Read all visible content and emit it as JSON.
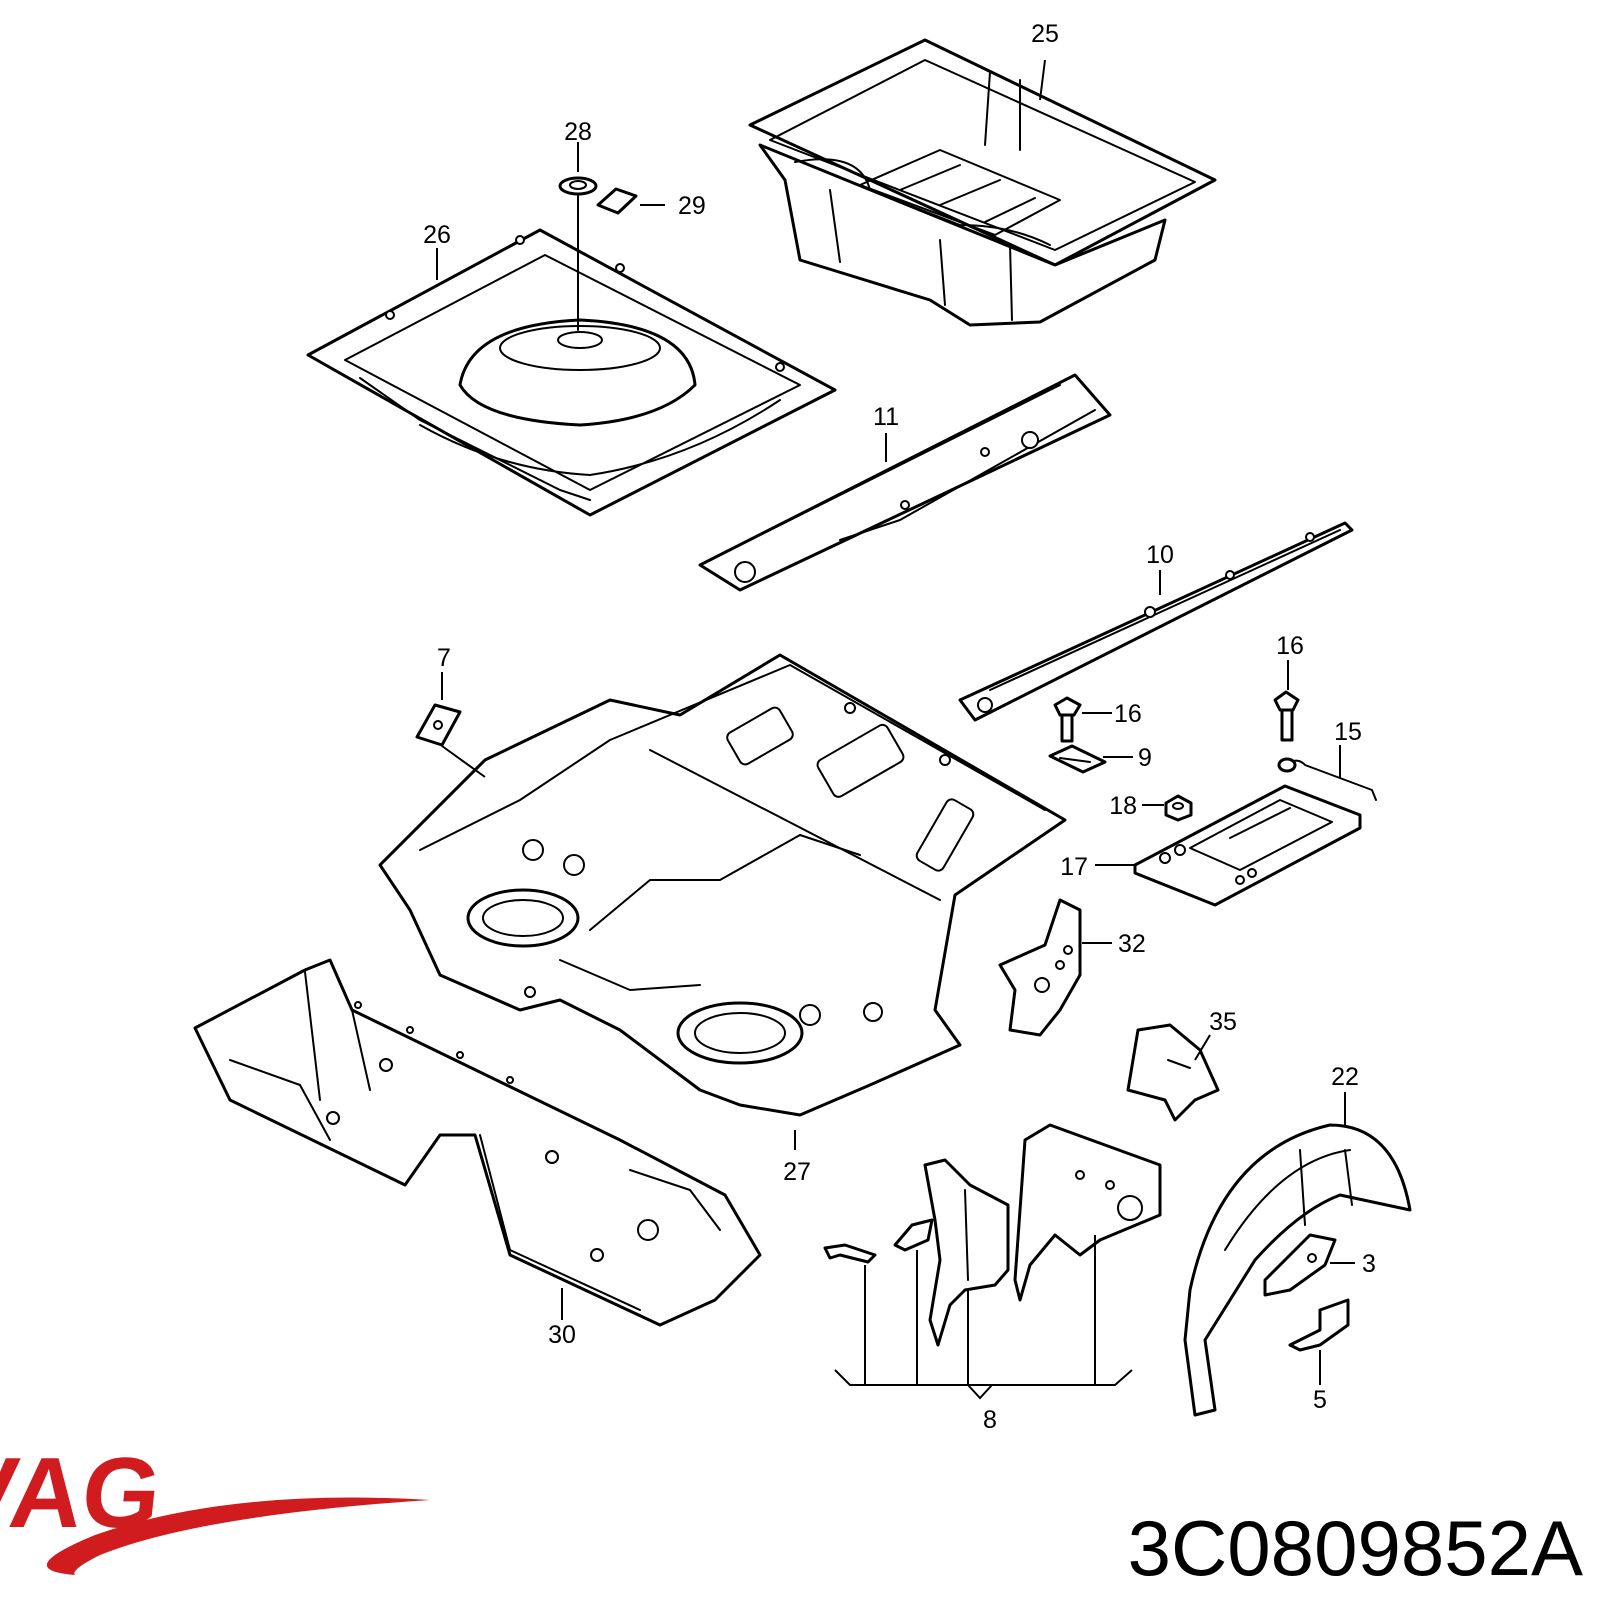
{
  "brand": {
    "name": "VAG",
    "color": "#d01c1f"
  },
  "part_number": "3C0809852A",
  "callouts": [
    {
      "id": "25",
      "label": "25"
    },
    {
      "id": "28",
      "label": "28"
    },
    {
      "id": "29",
      "label": "29"
    },
    {
      "id": "26",
      "label": "26"
    },
    {
      "id": "11",
      "label": "11"
    },
    {
      "id": "10",
      "label": "10"
    },
    {
      "id": "7",
      "label": "7"
    },
    {
      "id": "16a",
      "label": "16"
    },
    {
      "id": "16b",
      "label": "16"
    },
    {
      "id": "15",
      "label": "15"
    },
    {
      "id": "9",
      "label": "9"
    },
    {
      "id": "18",
      "label": "18"
    },
    {
      "id": "17",
      "label": "17"
    },
    {
      "id": "32",
      "label": "32"
    },
    {
      "id": "35",
      "label": "35"
    },
    {
      "id": "22",
      "label": "22"
    },
    {
      "id": "27",
      "label": "27"
    },
    {
      "id": "30",
      "label": "30"
    },
    {
      "id": "3",
      "label": "3"
    },
    {
      "id": "5",
      "label": "5"
    },
    {
      "id": "8",
      "label": "8"
    }
  ]
}
